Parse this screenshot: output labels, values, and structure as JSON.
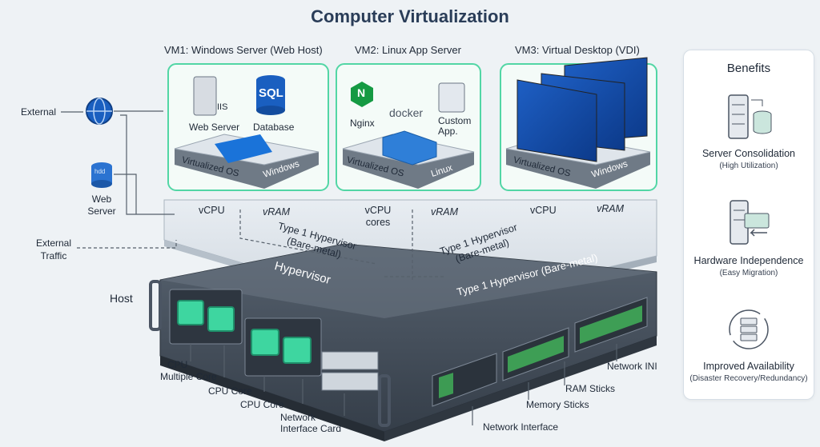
{
  "title": "Computer Virtualization",
  "vms": [
    {
      "header": "VM1: Windows Server (Web Host)",
      "apps": [
        "IIS",
        "SQL",
        "Web Server",
        "Database"
      ],
      "os_labels": [
        "Virtualized OS",
        "Windows"
      ],
      "resources": [
        "vCPU",
        "vRAM"
      ]
    },
    {
      "header": "VM2: Linux App Server",
      "apps": [
        "N",
        "Nginx",
        "docker",
        "Custom App."
      ],
      "os_labels": [
        "Virtualized OS",
        "Linux"
      ],
      "resources": [
        "vCPU cores",
        "vRAM"
      ]
    },
    {
      "header": "VM3: Virtual Desktop (VDI)",
      "apps": [],
      "os_labels": [
        "Virtualized OS",
        "Windows"
      ],
      "resources": [
        "vCPU",
        "vRAM"
      ]
    }
  ],
  "network": {
    "external": "External",
    "web_server": "Web Server",
    "web_server_icon": "hdd",
    "external_traffic": "External Traffic"
  },
  "hypervisor": {
    "name": "Hypervisor",
    "type_label_1": "Type 1 Hypervisor (Bare-metal)",
    "type_label_2": "Type 1 Hypervisor (Bare-metal)",
    "type_label_3": "Type 1 Hypervisor (Bare-metal)"
  },
  "host": {
    "label": "Host",
    "callouts": {
      "cpu": "CPU",
      "multiple_core": "Multiple Core",
      "cpu_core_1": "CPU Core",
      "cpu_core_2": "CPU Core",
      "nic_card": "Network Interface Card",
      "network_interface": "Network Interface",
      "memory_sticks": "Memory Sticks",
      "ram_sticks": "RAM Sticks",
      "network_ini": "Network INI"
    }
  },
  "benefits": {
    "title": "Benefits",
    "items": [
      {
        "name": "Server Consolidation",
        "sub": "(High Utilization)",
        "icon": "server-database-icon"
      },
      {
        "name": "Hardware Independence",
        "sub": "(Easy Migration)",
        "icon": "migration-icon"
      },
      {
        "name": "Improved Availability",
        "sub": "(Disaster Recovery/Redundancy)",
        "icon": "availability-icon"
      }
    ]
  },
  "colors": {
    "accent_green": "#3ed6a0",
    "windows_blue": "#1a73d9",
    "hypervisor_gray": "#dde3ea",
    "host_dark": "#3f4a57",
    "title_navy": "#2a3d58"
  }
}
